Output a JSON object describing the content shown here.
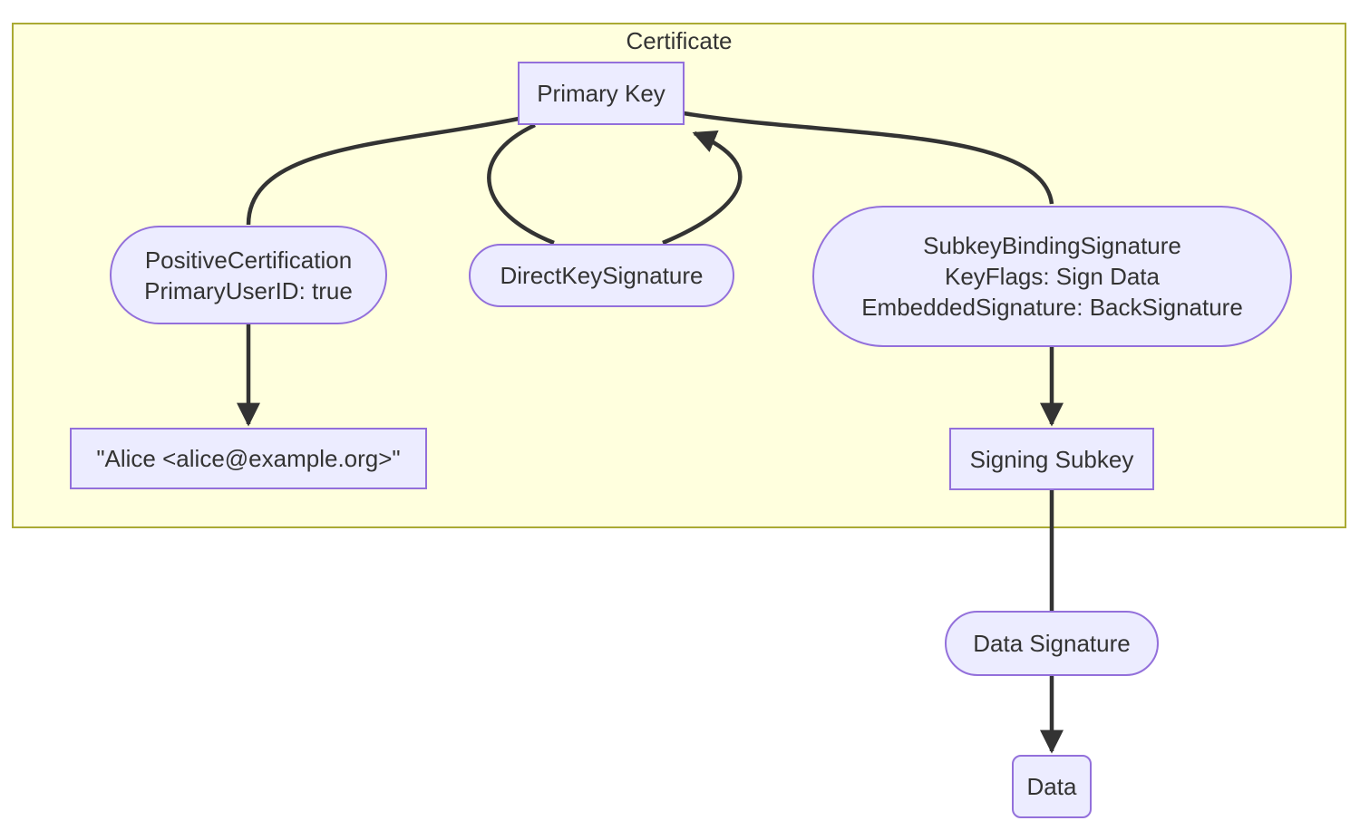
{
  "diagram": {
    "cluster_title": "Certificate",
    "nodes": {
      "primary_key": {
        "label": "Primary Key"
      },
      "positive_certification": {
        "lines": [
          "PositiveCertification",
          "PrimaryUserID: true"
        ]
      },
      "direct_key_signature": {
        "label": "DirectKeySignature"
      },
      "subkey_binding_signature": {
        "lines": [
          "SubkeyBindingSignature",
          "KeyFlags: Sign Data",
          "EmbeddedSignature: BackSignature"
        ]
      },
      "user_id": {
        "label": "\"Alice <alice@example.org>\""
      },
      "signing_subkey": {
        "label": "Signing Subkey"
      },
      "data_signature": {
        "label": "Data Signature"
      },
      "data": {
        "label": "Data"
      }
    },
    "edges": [
      {
        "from": "primary-key",
        "to": "positive-certification",
        "arrow": false
      },
      {
        "from": "positive-certification",
        "to": "user-id",
        "arrow": true
      },
      {
        "from": "primary-key",
        "to": "direct-key-signature",
        "arrow": false
      },
      {
        "from": "direct-key-signature",
        "to": "primary-key",
        "arrow": true
      },
      {
        "from": "primary-key",
        "to": "subkey-binding-signature",
        "arrow": false
      },
      {
        "from": "subkey-binding-signature",
        "to": "signing-subkey",
        "arrow": true
      },
      {
        "from": "signing-subkey",
        "to": "data-signature",
        "arrow": false
      },
      {
        "from": "data-signature",
        "to": "data",
        "arrow": true
      }
    ],
    "colors": {
      "background": "#ffffff",
      "cluster_fill": "#ffffde",
      "cluster_border": "#aaaa33",
      "node_fill": "#ececff",
      "node_border": "#9370db",
      "edge": "#333333",
      "text": "#333333"
    }
  }
}
